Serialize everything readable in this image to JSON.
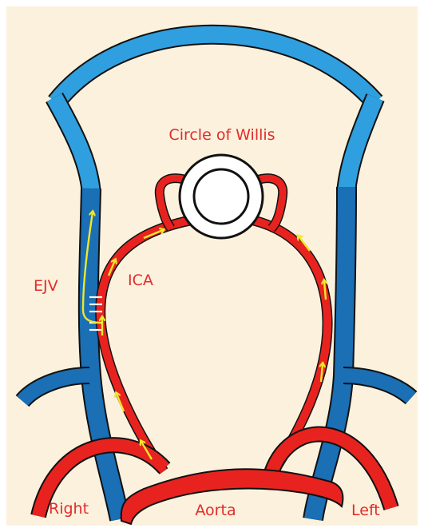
{
  "labels": {
    "circle_of_willis": "Circle of Willis",
    "ejv": "EJV",
    "ica": "ICA",
    "right": "Right",
    "aorta": "Aorta",
    "left": "Left"
  },
  "colors": {
    "background": "#fbf1dd",
    "vein_dark_blue": "#1a6fb5",
    "vein_light_blue": "#2f9fe0",
    "artery_red": "#e8231f",
    "flow_arrow_yellow": "#f2e62a",
    "label_red": "#e32b2b",
    "outline": "#111111",
    "valve_marks": "#ffffff"
  },
  "icons": {
    "flow_arrows": "arrow-icon",
    "valve_marks": "valve-icon"
  }
}
